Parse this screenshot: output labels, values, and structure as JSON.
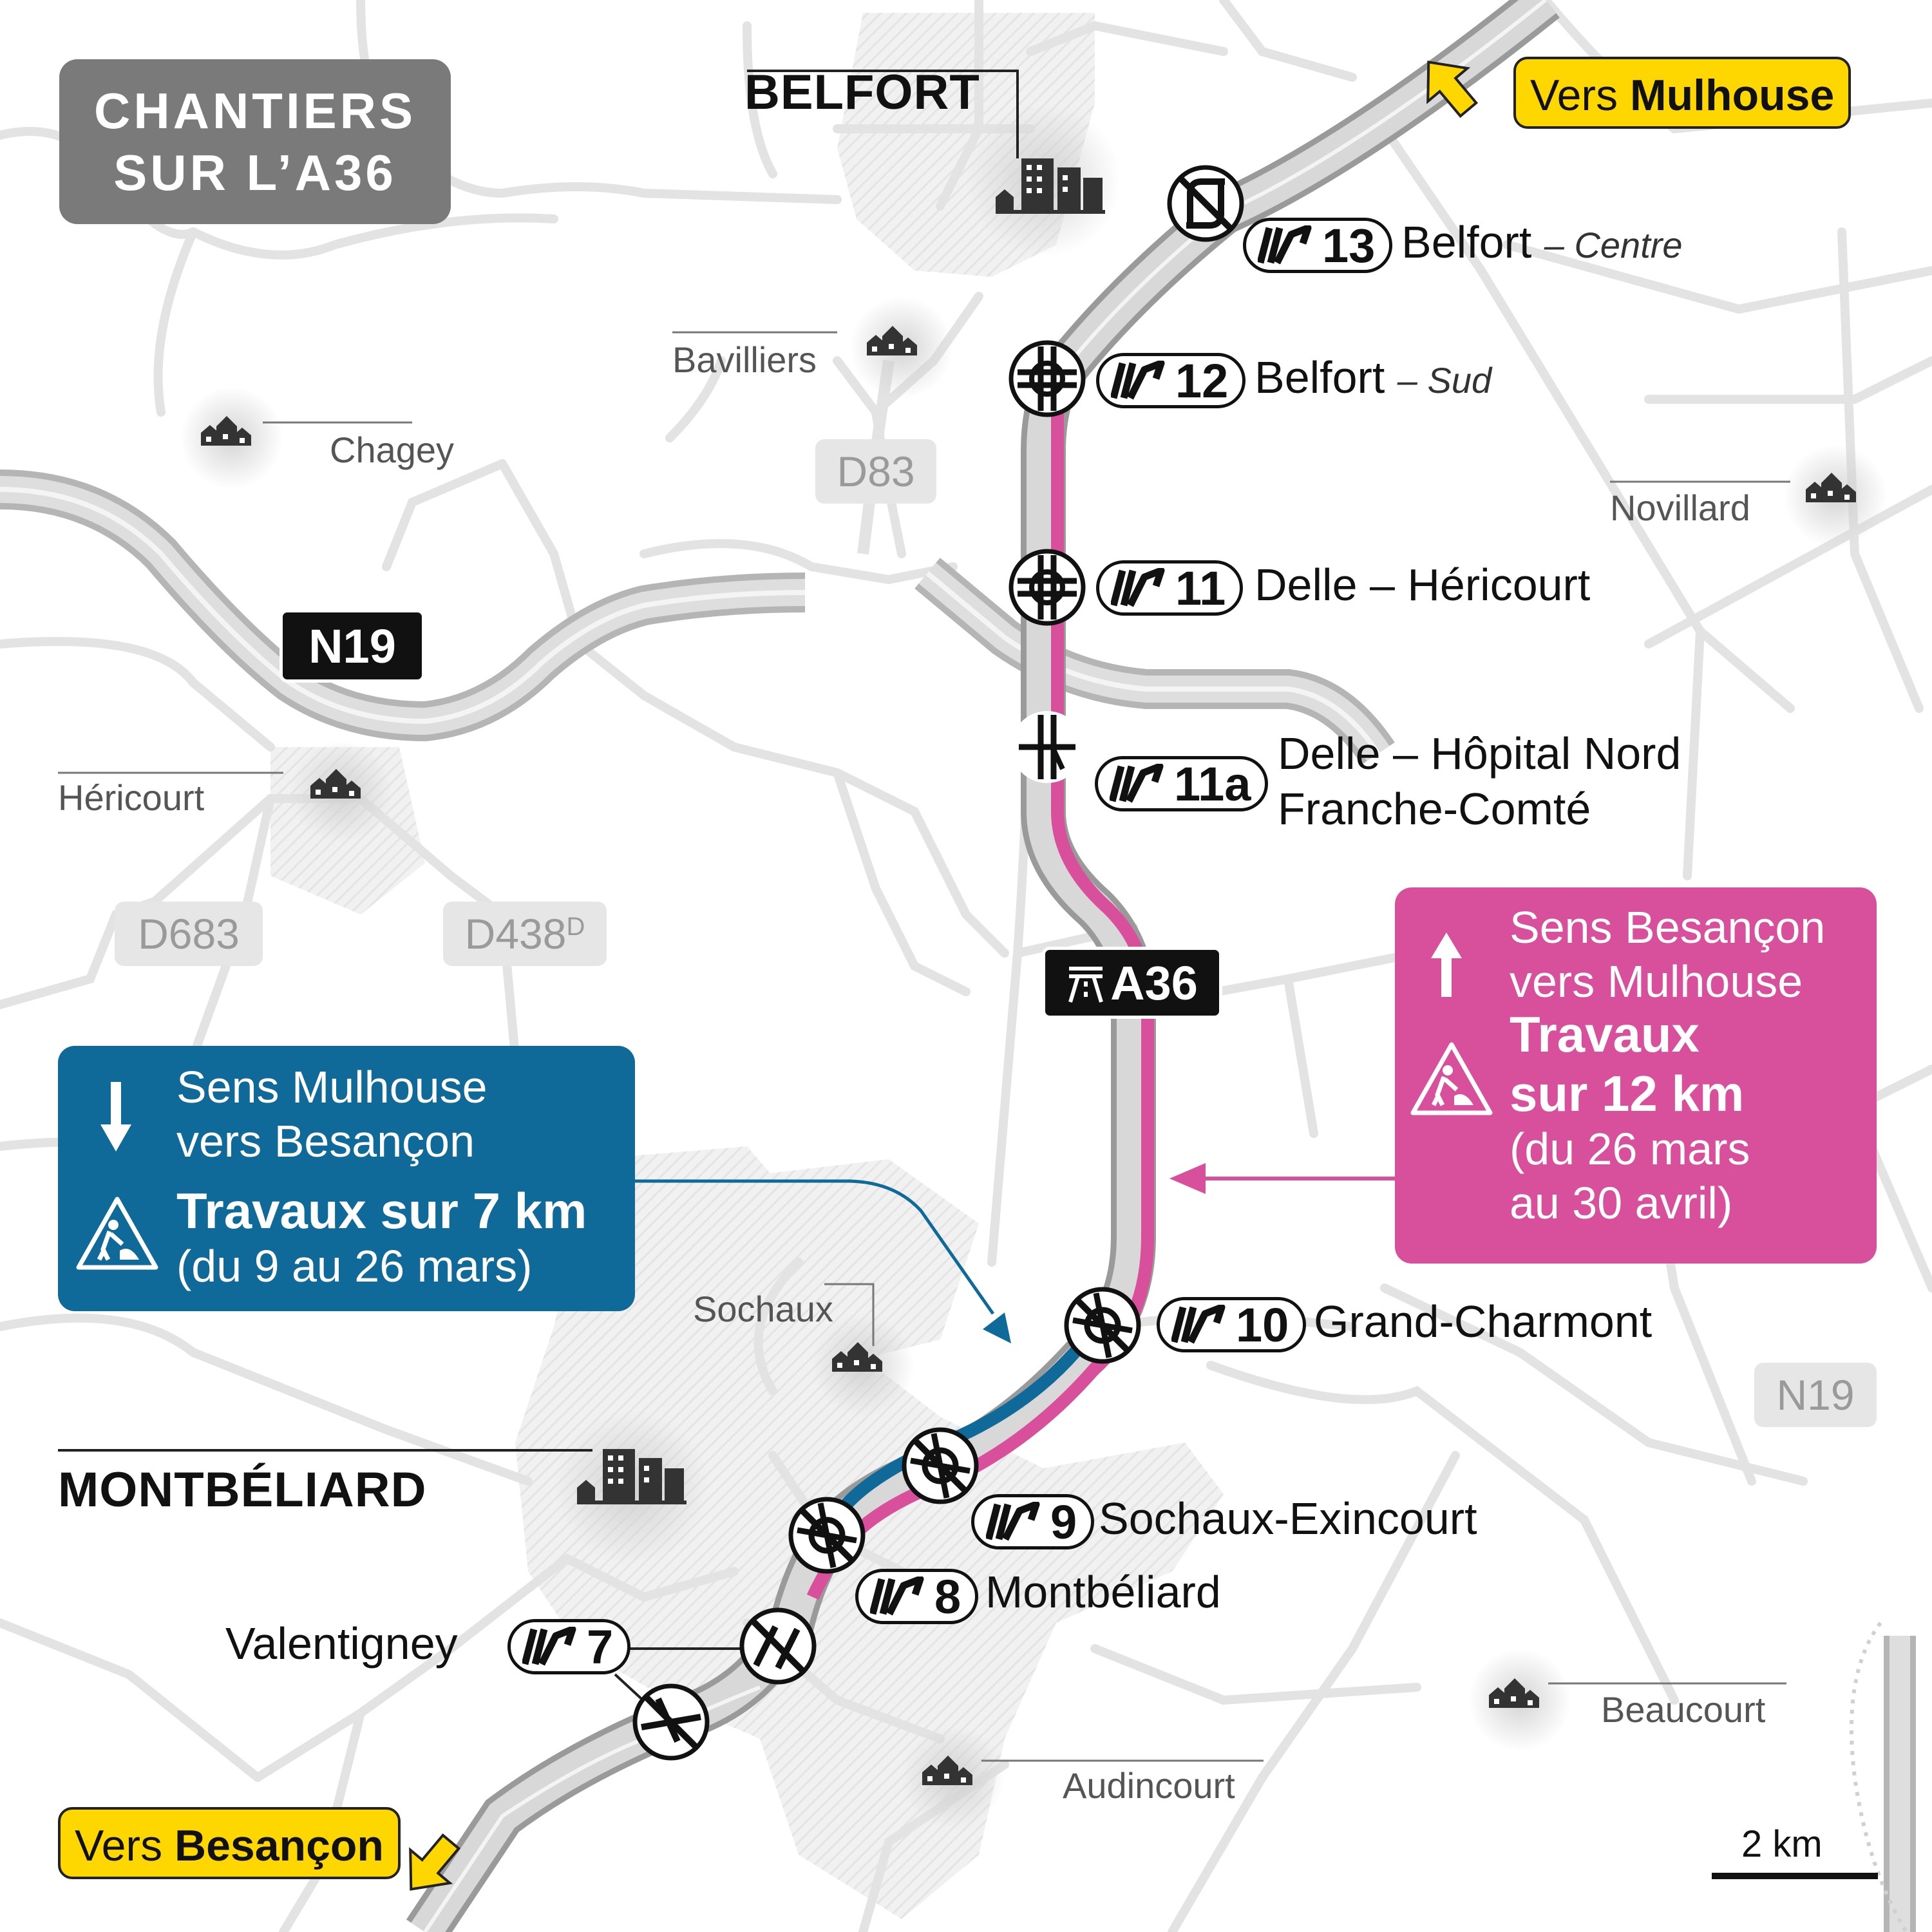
{
  "title": {
    "line1": "CHANTIERS",
    "line2": "SUR L’A36"
  },
  "cities": {
    "belfort": "BELFORT",
    "montbeliard": "MONTBÉLIARD"
  },
  "towns": {
    "bavilliers": "Bavilliers",
    "chagey": "Chagey",
    "hericourt": "Héricourt",
    "novillard": "Novillard",
    "sochaux": "Sochaux",
    "beaucourt": "Beaucourt",
    "audincourt": "Audincourt"
  },
  "roads": {
    "n19_black": "N19",
    "a36": "A36",
    "d83": "D83",
    "d683": "D683",
    "d438": "D438",
    "d438_sup": "D",
    "n19_grey": "N19"
  },
  "directions": {
    "mulhouse": {
      "prefix": "Vers ",
      "name": "Mulhouse"
    },
    "besancon": {
      "prefix": "Vers ",
      "name": "Besançon"
    }
  },
  "exits": [
    {
      "number": "13",
      "name": "Belfort",
      "sub": "– Centre"
    },
    {
      "number": "12",
      "name": "Belfort",
      "sub": "– Sud"
    },
    {
      "number": "11",
      "name": "Delle – Héricourt",
      "sub": ""
    },
    {
      "number": "11a",
      "name": "Delle – Hôpital Nord",
      "name2": "Franche-Comté",
      "sub": ""
    },
    {
      "number": "10",
      "name": "Grand-Charmont",
      "sub": ""
    },
    {
      "number": "9",
      "name": "Sochaux-Exincourt",
      "sub": ""
    },
    {
      "number": "8",
      "name": "Montbéliard",
      "sub": ""
    },
    {
      "number": "7",
      "name": "Valentigney",
      "sub": ""
    }
  ],
  "works_mulhouse_to_besancon": {
    "direction_line1": "Sens Mulhouse",
    "direction_line2": "vers Besançon",
    "works": "Travaux sur 7 km",
    "dates": "(du 9 au 26 mars)",
    "color": "#0f6999"
  },
  "works_besancon_to_mulhouse": {
    "direction_line1": "Sens Besançon",
    "direction_line2": "vers Mulhouse",
    "works_line1": "Travaux",
    "works_line2": "sur 12 km",
    "dates_line1": "(du 26 mars",
    "dates_line2": "au 30 avril)",
    "color": "#d8509c"
  },
  "scale": "2 km",
  "icons": [
    "closed-interchange-icon",
    "open-interchange-icon",
    "half-interchange-icon",
    "exit-icon",
    "roadworks-icon",
    "motorway-icon",
    "city-icon",
    "town-icon",
    "arrow-up-icon",
    "arrow-down-icon"
  ]
}
